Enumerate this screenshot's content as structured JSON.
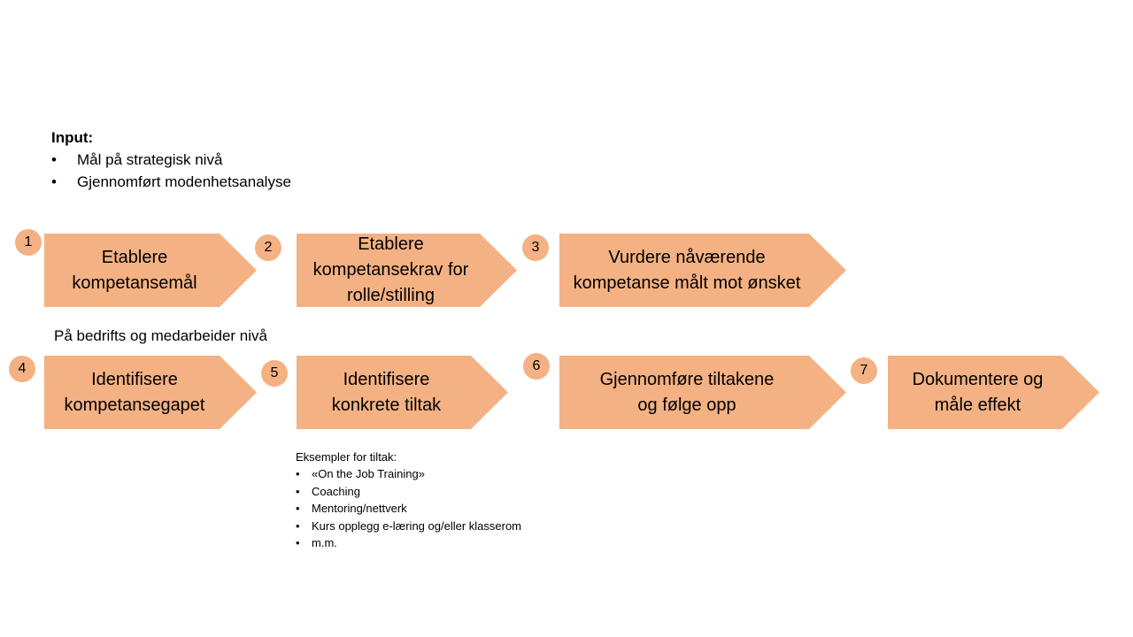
{
  "input": {
    "title": "Input:",
    "items": [
      "Mål på strategisk nivå",
      "Gjennomført modenhetsanalyse"
    ]
  },
  "bullet_char": "•",
  "steps": [
    {
      "number": "1",
      "label": "Etablere\nkompetansemål"
    },
    {
      "number": "2",
      "label": "Etablere\nkompetansekrav for\nrolle/stilling"
    },
    {
      "number": "3",
      "label": "Vurdere nåværende\nkompetanse målt mot ønsket"
    },
    {
      "number": "4",
      "label": "Identifisere\nkompetansegapet"
    },
    {
      "number": "5",
      "label": "Identifisere\nkonkrete tiltak"
    },
    {
      "number": "6",
      "label": "Gjennomføre tiltakene\nog følge opp"
    },
    {
      "number": "7",
      "label": "Dokumentere og\nmåle effekt"
    }
  ],
  "level_label": "På bedrifts og medarbeider nivå",
  "examples": {
    "title": "Eksempler for tiltak:",
    "items": [
      "«On the Job Training»",
      "Coaching",
      "Mentoring/nettverk",
      "Kurs opplegg e-læring og/eller klasserom",
      "m.m."
    ]
  },
  "colors": {
    "shape_fill": "#f4b183",
    "text": "#000000",
    "background": "#ffffff"
  }
}
